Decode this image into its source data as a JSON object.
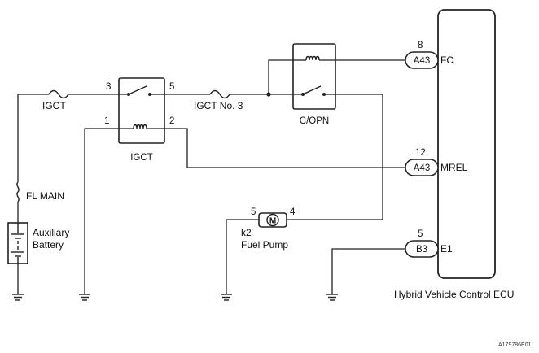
{
  "components": {
    "igct_fuse": "IGCT",
    "igct_no3_fuse": "IGCT No. 3",
    "fl_main": "FL MAIN",
    "battery_line1": "Auxiliary",
    "battery_line2": "Battery",
    "igct_relay": "IGCT",
    "copn_relay": "C/OPN",
    "fuel_pump_code": "k2",
    "fuel_pump_name": "Fuel Pump",
    "motor_symbol": "M",
    "ecu_name": "Hybrid Vehicle Control ECU"
  },
  "pins": {
    "igct_p3": "3",
    "igct_p5": "5",
    "igct_p1": "1",
    "igct_p2": "2",
    "pump_p5": "5",
    "pump_p4": "4",
    "fc_pin": "8",
    "mrel_pin": "12",
    "e1_pin": "5"
  },
  "connectors": {
    "fc_conn": "A43",
    "mrel_conn": "A43",
    "e1_conn": "B3"
  },
  "terminals": {
    "fc": "FC",
    "mrel": "MREL",
    "e1": "E1"
  },
  "figure_id": "A179786E01"
}
